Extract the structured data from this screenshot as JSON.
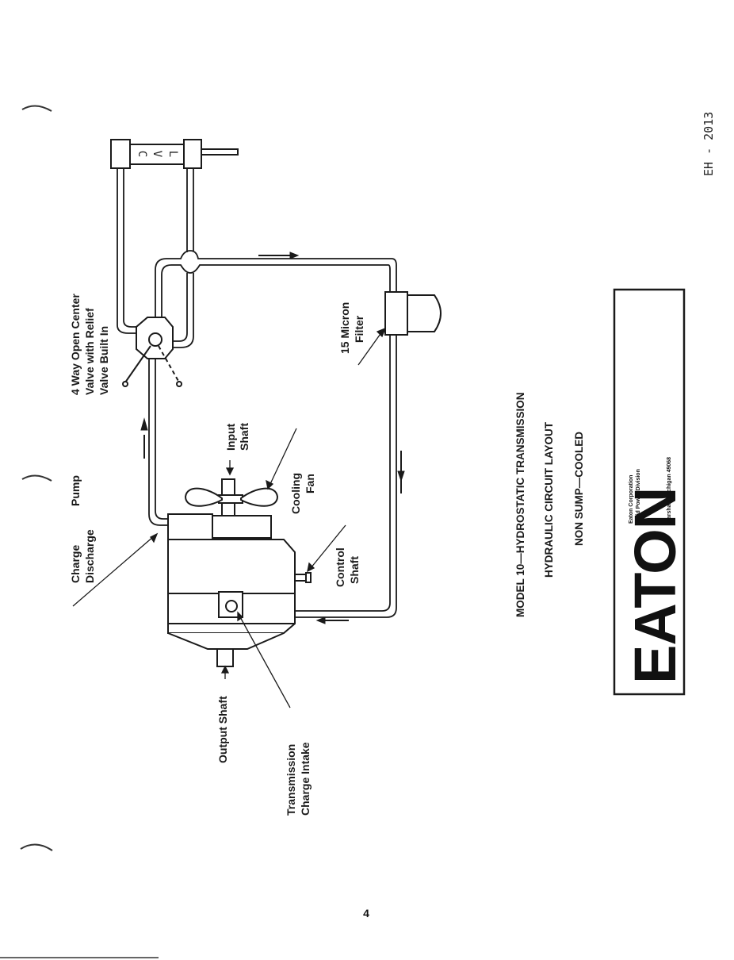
{
  "title": {
    "line1": "MODEL 10—HYDROSTATIC TRANSMISSION",
    "line2": "HYDRAULIC CIRCUIT LAYOUT",
    "line3": "NON SUMP—COOLED"
  },
  "doc_code": "EH - 2013",
  "page_number": "4",
  "labels": {
    "charge_discharge": [
      "Charge",
      "Discharge"
    ],
    "pump": "Pump",
    "valve": [
      "4 Way Open Center",
      "Valve with Relief",
      "Valve Built In"
    ],
    "input_shaft": [
      "Input",
      "Shaft"
    ],
    "cooling_fan": [
      "Cooling",
      "Fan"
    ],
    "filter": [
      "15 Micron",
      "Filter"
    ],
    "control_shaft": [
      "Control",
      "Shaft"
    ],
    "output_shaft": "Output Shaft",
    "transmission_intake": [
      "Transmission",
      "Charge Intake"
    ],
    "cylinder_letters": [
      "C",
      "V",
      "L"
    ]
  },
  "logo": {
    "brand": "EATON",
    "company": "Eaton Corporation",
    "division": "Fluid Power Division",
    "address": "Marshall, Michigan 49068"
  },
  "colors": {
    "ink": "#1a1a1a",
    "paper": "#ffffff"
  }
}
